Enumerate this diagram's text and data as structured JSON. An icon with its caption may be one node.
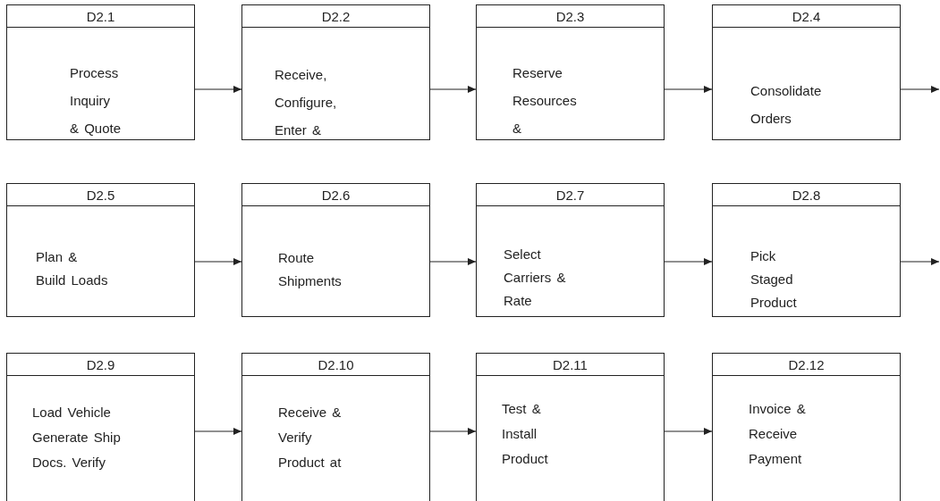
{
  "diagram": {
    "nodes": [
      {
        "text": [
          "D2.1",
          "Process Inquiry & Quote"
        ]
      },
      {
        "text": [
          "D2.2",
          "Receive, Configure, Enter &"
        ]
      },
      {
        "text": [
          "D2.3",
          "Reserve Resources &"
        ]
      },
      {
        "text": [
          "D2.4",
          "Consolidate Orders"
        ]
      },
      {
        "text": [
          "D2.5",
          "Plan & Build Loads"
        ]
      },
      {
        "text": [
          "D2.6",
          "Route Shipments"
        ]
      },
      {
        "text": [
          "D2.7",
          "Select Carriers & Rate"
        ]
      },
      {
        "text": [
          "D2.8",
          "Pick Staged Product"
        ]
      },
      {
        "text": [
          "D2.9",
          "Load Vehicle Generate Ship Docs. Verify"
        ]
      },
      {
        "text": [
          "D2.10",
          "Receive & Verify Product at"
        ]
      },
      {
        "text": [
          "D2.11",
          "Test & Install Product"
        ]
      },
      {
        "text": [
          "D2.12",
          "Invoice & Receive Payment"
        ]
      }
    ],
    "edges": [
      {
        "from": 0,
        "to": 1,
        "arrow": "to"
      },
      {
        "from": 1,
        "to": 2,
        "arrow": "to"
      },
      {
        "from": 2,
        "to": 3,
        "arrow": "to"
      },
      {
        "from": 3,
        "to": null,
        "arrow": "to"
      },
      {
        "from": 4,
        "to": 5,
        "arrow": "to"
      },
      {
        "from": 5,
        "to": 6,
        "arrow": "to"
      },
      {
        "from": 6,
        "to": 7,
        "arrow": "to"
      },
      {
        "from": 7,
        "to": null,
        "arrow": "to"
      },
      {
        "from": 8,
        "to": 9,
        "arrow": "to"
      },
      {
        "from": 9,
        "to": 10,
        "arrow": "to"
      },
      {
        "from": 10,
        "to": 11,
        "arrow": "to"
      }
    ]
  }
}
